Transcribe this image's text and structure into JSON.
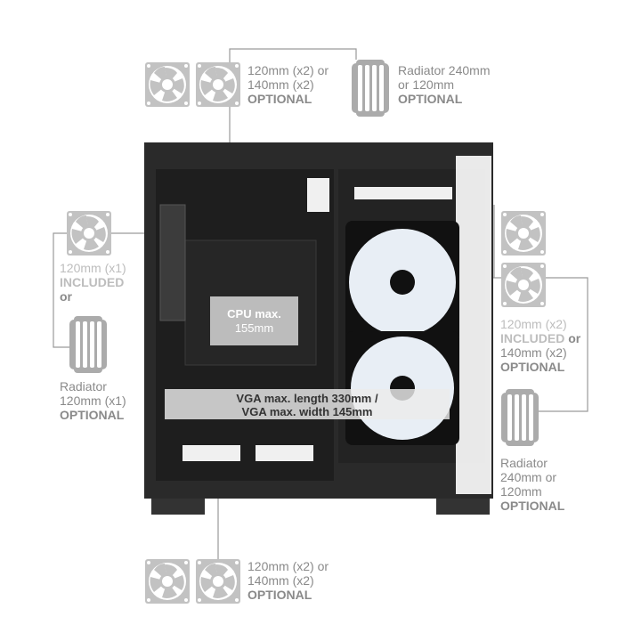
{
  "colors": {
    "label": "#8a8a8a",
    "included": "#bdbdbd",
    "icon": "#c2c2c2",
    "case": "#2a2a2a"
  },
  "top": {
    "fan_line1": "120mm (x2) or",
    "fan_line2": "140mm (x2)",
    "fan_line3": "OPTIONAL",
    "rad_line1": "Radiator 240mm",
    "rad_line2": "or 120mm",
    "rad_line3": "OPTIONAL"
  },
  "rear": {
    "fan_line1": "120mm (x1)",
    "fan_line2": "INCLUDED",
    "fan_or": "or",
    "rad_line1": "Radiator",
    "rad_line2": "120mm (x1)",
    "rad_line3": "OPTIONAL"
  },
  "front": {
    "fan_line1": "120mm (x2)",
    "fan_line2a": "INCLUDED",
    "fan_line2b": "or",
    "fan_line3": "140mm (x2)",
    "fan_line4": "OPTIONAL",
    "rad_line1": "Radiator",
    "rad_line2": "240mm or",
    "rad_line3": "120mm",
    "rad_line4": "OPTIONAL"
  },
  "bottom": {
    "fan_line1": "120mm (x2) or",
    "fan_line2": "140mm (x2)",
    "fan_line3": "OPTIONAL"
  },
  "cpu": {
    "line1": "CPU max.",
    "line2": "155mm"
  },
  "vga": {
    "line1": "VGA max. length 330mm /",
    "line2": "VGA max. width 145mm"
  }
}
